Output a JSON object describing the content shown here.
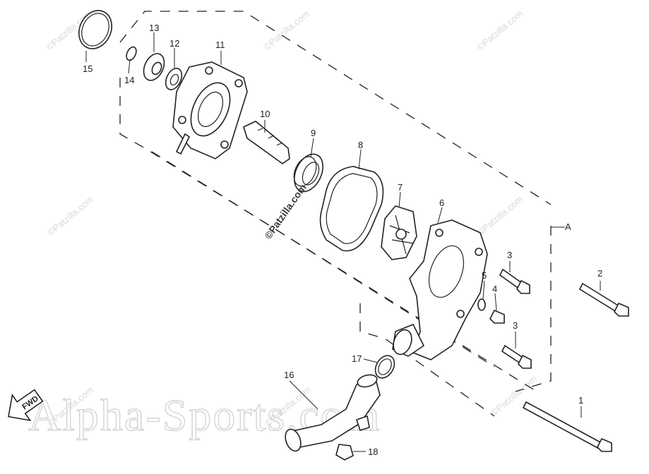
{
  "callouts": {
    "c1": "1",
    "c2": "2",
    "c3a": "3",
    "c3b": "3",
    "c4": "4",
    "c5": "5",
    "c6": "6",
    "c7": "7",
    "c8": "8",
    "c9": "9",
    "c10": "10",
    "c11": "11",
    "c12": "12",
    "c13": "13",
    "c14": "14",
    "c15": "15",
    "c16": "16",
    "c17": "17",
    "c18": "18",
    "A": "A"
  },
  "watermarks": {
    "small": "©Patzilla.com",
    "center": "©Patzilla.com",
    "large": "Alpha-Sports.com"
  },
  "fwd_label": "FWD"
}
